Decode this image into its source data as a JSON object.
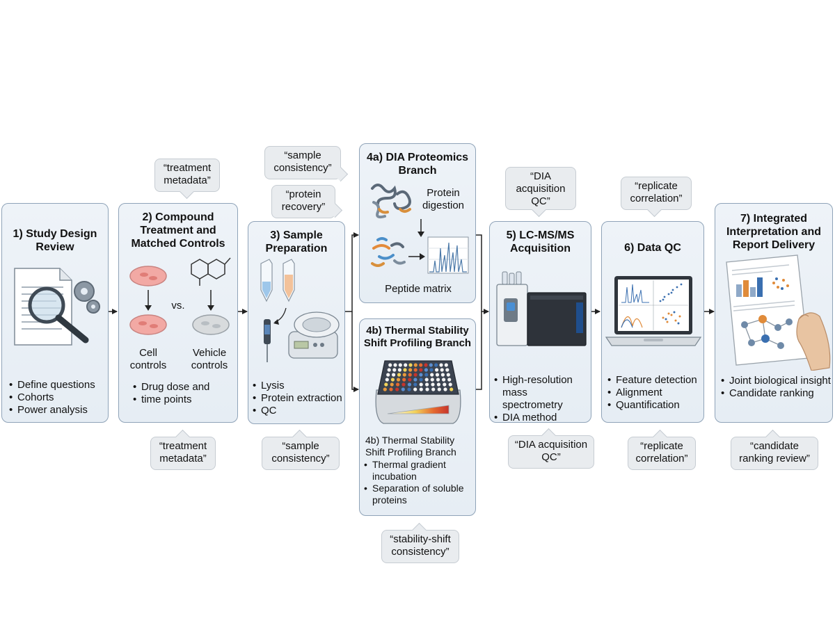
{
  "stages": {
    "s1": {
      "title": "1) Study Design Review",
      "bullets": [
        "Define questions",
        "Cohorts",
        "Power analysis"
      ]
    },
    "s2": {
      "title": "2) Compound Treatment and Matched Controls",
      "vs": "vs.",
      "cell_label": "Cell controls",
      "vehicle_label": "Vehicle controls",
      "bullets": [
        "Drug dose and",
        "time points"
      ]
    },
    "s3": {
      "title": "3) Sample Preparation",
      "bullets": [
        "Lysis",
        "Protein extraction",
        "QC"
      ]
    },
    "s4a": {
      "title": "4a) DIA Proteomics Branch",
      "digestion_label": "Protein digestion",
      "matrix_label": "Peptide matrix"
    },
    "s4b": {
      "title": "4b) Thermal Stability Shift Profiling Branch",
      "subtitle": "4b) Thermal Stability Shift Profiling Branch",
      "bullets": [
        "Thermal gradient incubation",
        "Separation of soluble proteins"
      ]
    },
    "s5": {
      "title": "5) LC-MS/MS Acquisition",
      "bullets": [
        "High-resolution mass spectrometry",
        "DIA method"
      ]
    },
    "s6": {
      "title": "6) Data QC",
      "bullets": [
        "Feature detection",
        "Alignment",
        "Quantification"
      ]
    },
    "s7": {
      "title": "7) Integrated Interpretation and Report Delivery",
      "bullets": [
        "Joint biological insight",
        "Candidate ranking"
      ]
    }
  },
  "callouts": {
    "treatment_top": "“treatment metadata”",
    "treatment_bottom": "“treatment metadata”",
    "sample_top": "“sample consistency”",
    "protein_recovery": "“protein recovery”",
    "sample_bottom": "“sample consistency”",
    "stability_shift": "“stability-shift consistency”",
    "dia_top": "“DIA acquisition QC”",
    "dia_bottom": "“DIA acquisition QC”",
    "replicate_top": "“replicate correlation”",
    "replicate_bottom": "“replicate correlation”",
    "candidate": "“candidate ranking review”"
  },
  "colors": {
    "panel_fill": "#e8eef4",
    "panel_border": "#8fa3b8",
    "bubble_fill": "#e9ecef",
    "arrow": "#222222",
    "petri_treated": "#f2a9a4",
    "petri_vehicle": "#d8dbdd",
    "instrument_blue": "#1f4e8c"
  }
}
